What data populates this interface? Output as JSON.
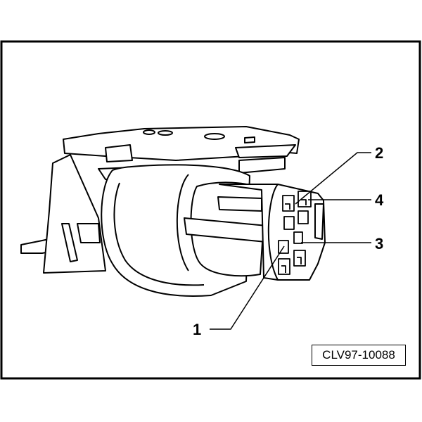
{
  "figure": {
    "reference_code": "CLV97-10088",
    "callouts": [
      {
        "id": "1",
        "label": "1",
        "target": "terminal-1"
      },
      {
        "id": "2",
        "label": "2",
        "target": "terminal-2"
      },
      {
        "id": "3",
        "label": "3",
        "target": "terminal-3"
      },
      {
        "id": "4",
        "label": "4",
        "target": "terminal-4"
      }
    ]
  }
}
